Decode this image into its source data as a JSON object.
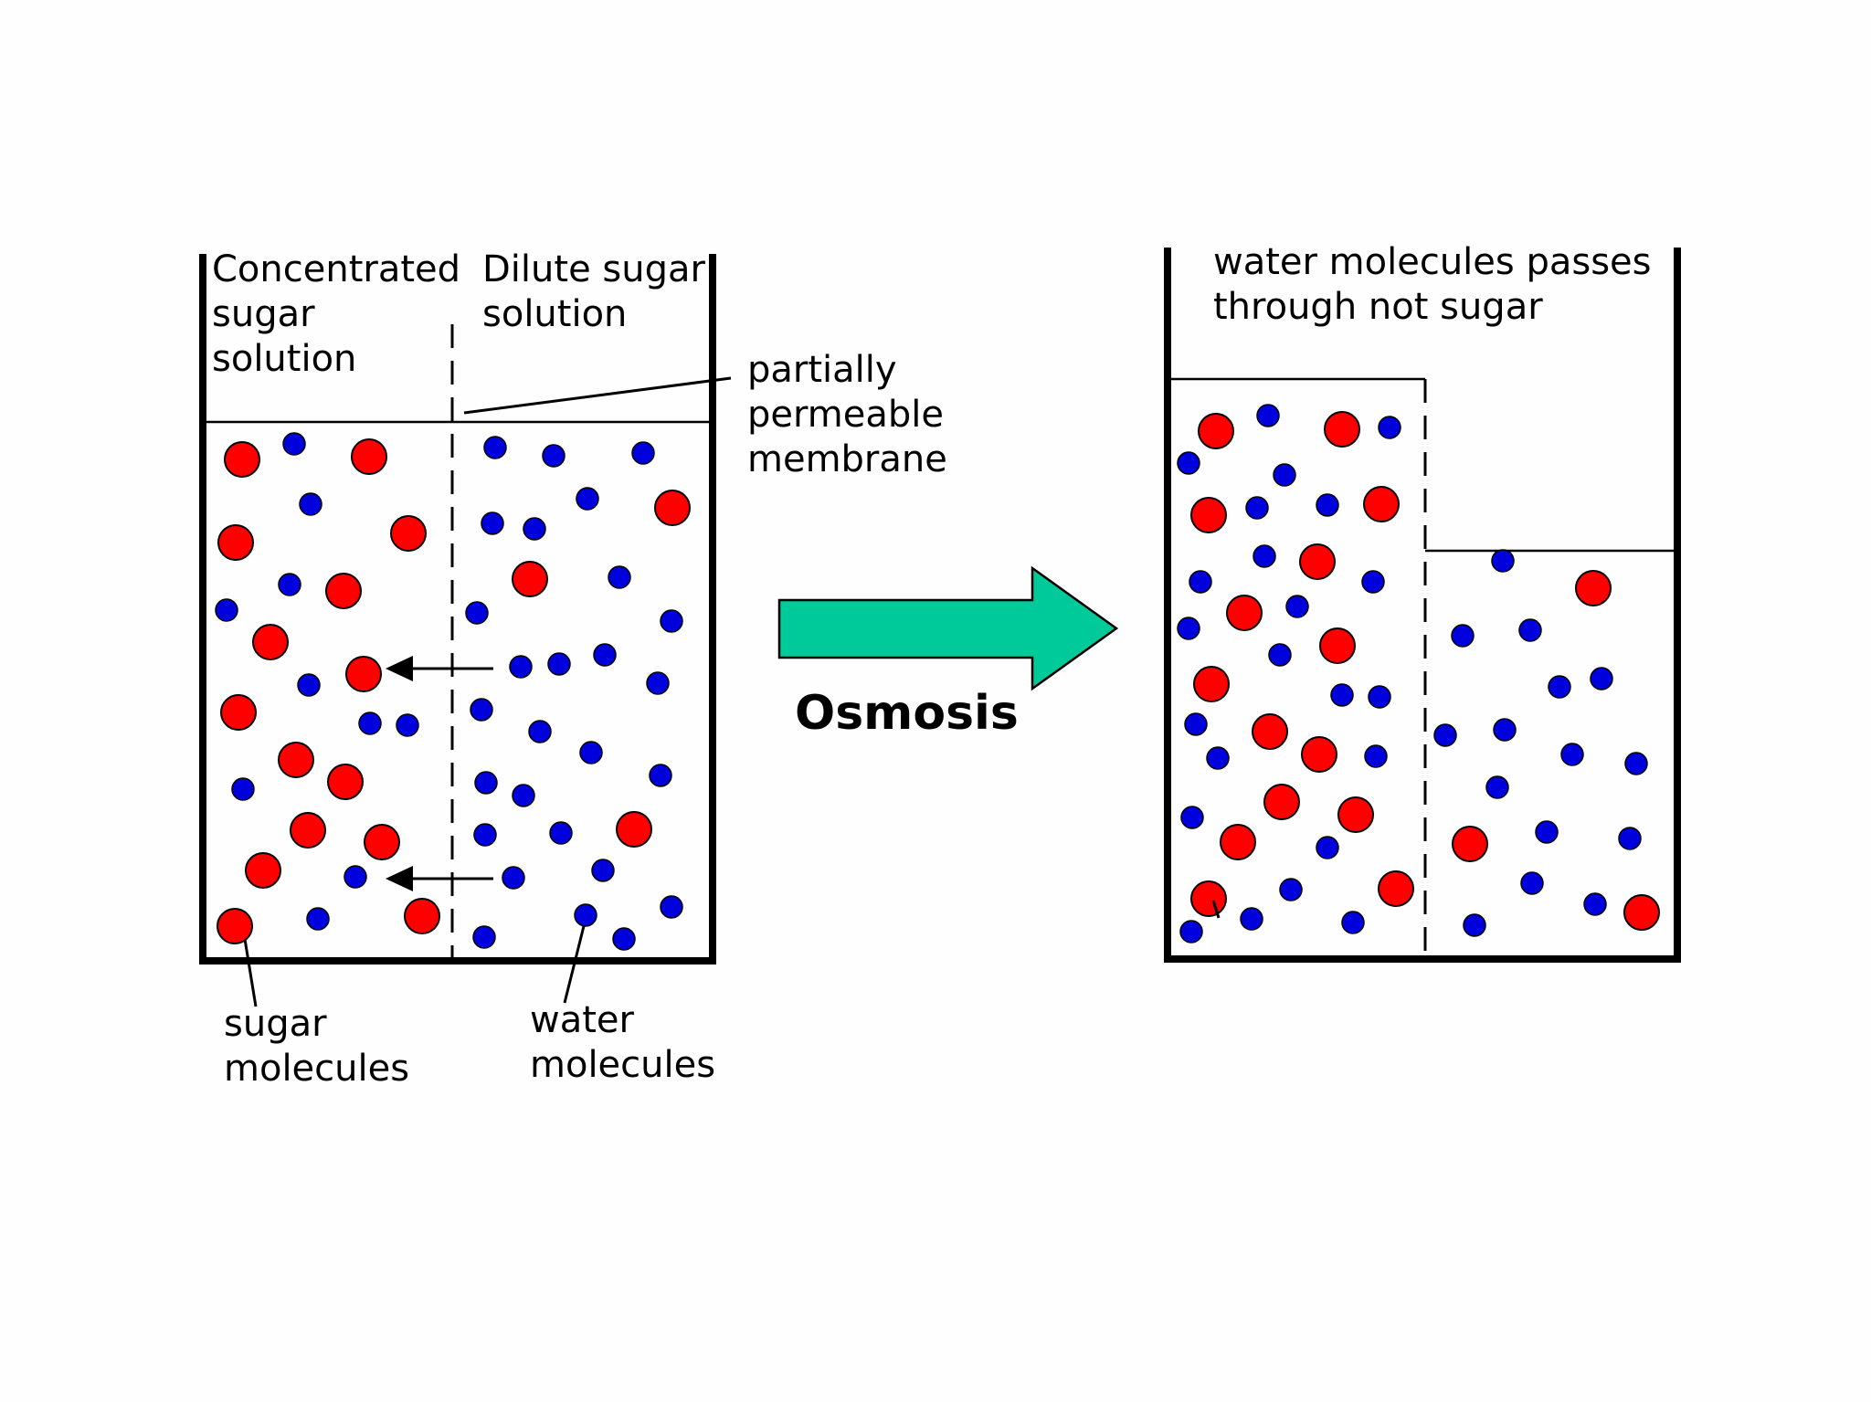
{
  "left_beaker": {
    "label_left": [
      "Concentrated",
      "sugar",
      "solution"
    ],
    "label_right": [
      "Dilute sugar",
      "solution"
    ],
    "membrane_label": [
      "partially",
      "permeable",
      "membrane"
    ],
    "sugar_label": [
      "sugar",
      "molecules"
    ],
    "water_label": [
      "water",
      "molecules"
    ]
  },
  "process": {
    "label": "Osmosis",
    "arrow_color": "#00c99a"
  },
  "right_beaker": {
    "label": [
      "water molecules passes",
      "through not sugar"
    ]
  },
  "colors": {
    "sugar": "#ff0000",
    "water": "#0000dd",
    "outline": "#000000"
  }
}
